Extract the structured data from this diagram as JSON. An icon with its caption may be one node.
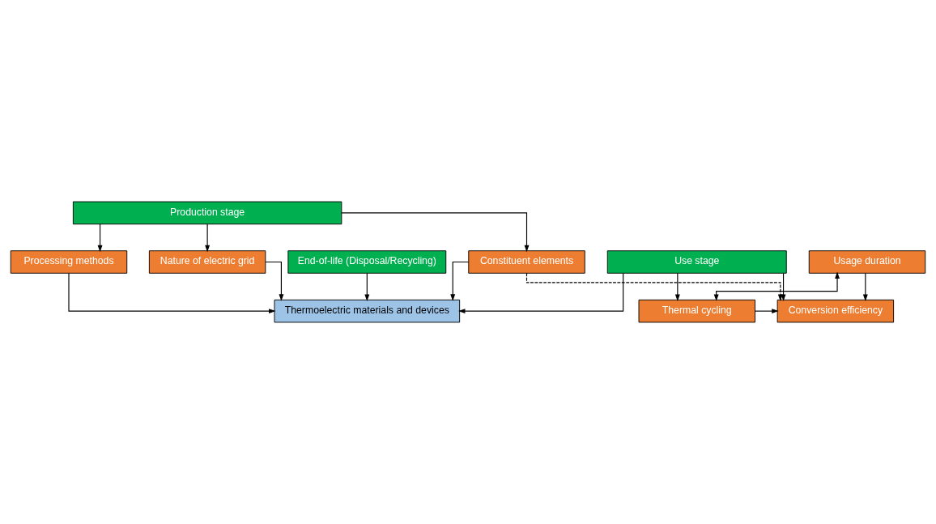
{
  "diagram": {
    "nodes": [
      {
        "text": [
          "Production stage"
        ]
      },
      {
        "text": [
          "Constituent elements"
        ]
      },
      {
        "text": [
          "Processing methods"
        ]
      },
      {
        "text": [
          "Nature of electric grid"
        ]
      },
      {
        "text": [
          "Thermoelectric materials and devices"
        ]
      },
      {
        "text": [
          "Usage duration"
        ]
      },
      {
        "text": [
          "Thermal cycling"
        ]
      },
      {
        "text": [
          "Conversion efficiency"
        ]
      },
      {
        "text": [
          "Use stage"
        ]
      },
      {
        "text": [
          "End-of-life (Disposal/Recycling)"
        ]
      }
    ],
    "edges": [
      {
        "from": 0,
        "to": 1,
        "arrow": "to"
      },
      {
        "from": 0,
        "to": 2,
        "arrow": "to"
      },
      {
        "from": 0,
        "to": 3,
        "arrow": "to"
      },
      {
        "from": 1,
        "to": 4,
        "arrow": "to"
      },
      {
        "from": 2,
        "to": 4,
        "arrow": "to"
      },
      {
        "from": 3,
        "to": 4,
        "arrow": "to"
      },
      {
        "from": 1,
        "to": 7,
        "arrow": "to",
        "style": "dashed"
      },
      {
        "from": 5,
        "to": 7,
        "arrow": "to"
      },
      {
        "from": 6,
        "to": 7,
        "arrow": "to"
      },
      {
        "from": 5,
        "to": 6,
        "arrow": "both"
      },
      {
        "from": 8,
        "to": 7,
        "arrow": "to"
      },
      {
        "from": 8,
        "to": 6,
        "arrow": "to"
      },
      {
        "from": 8,
        "to": 4,
        "arrow": "to"
      },
      {
        "from": 9,
        "to": 4,
        "arrow": "to"
      }
    ]
  }
}
